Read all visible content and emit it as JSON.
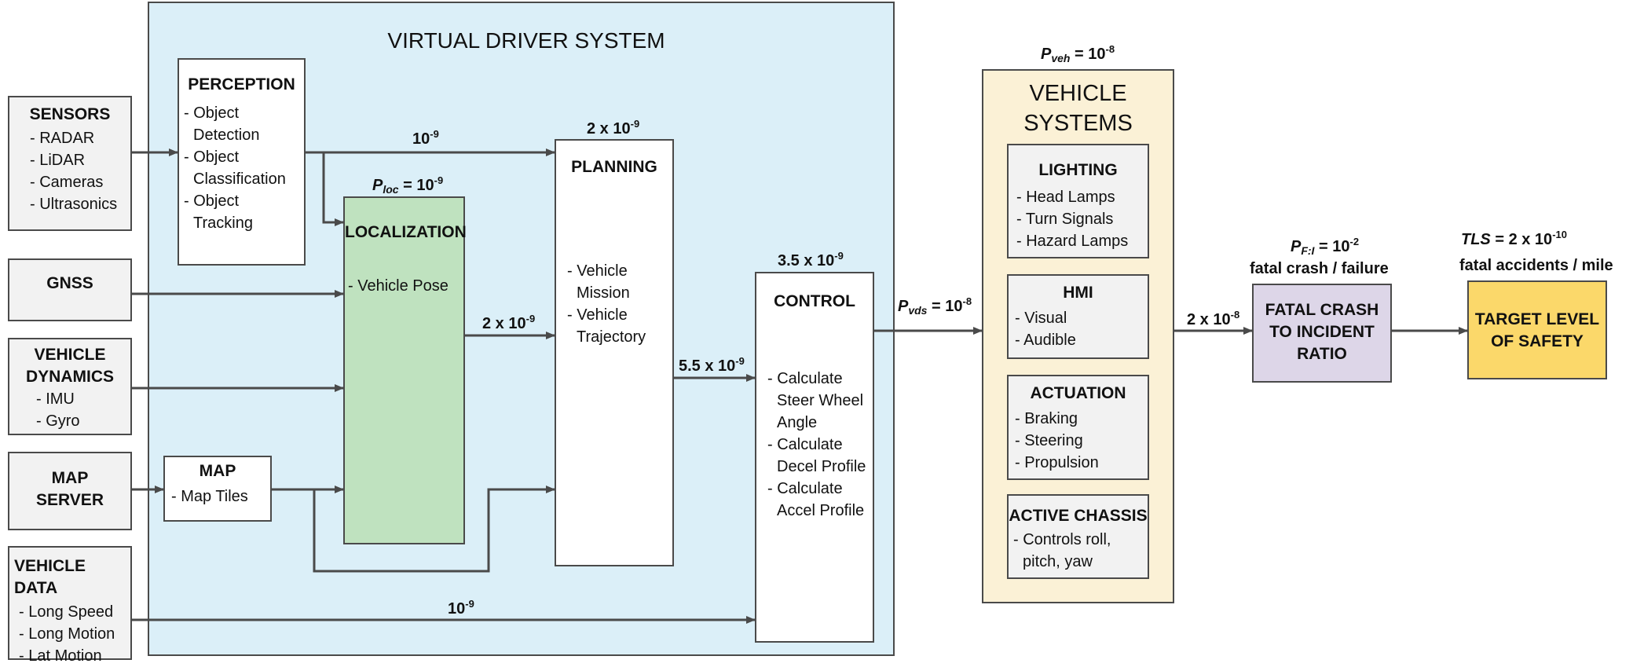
{
  "vds": {
    "title": "VIRTUAL DRIVER SYSTEM",
    "perception": {
      "title": "PERCEPTION",
      "items": [
        "- Object",
        "Detection",
        "- Object",
        "Classification",
        "- Object",
        "Tracking"
      ]
    },
    "localization": {
      "title": "LOCALIZATION",
      "items": [
        "- Vehicle Pose"
      ],
      "p_sym": "P",
      "p_sub": "loc",
      "p_eq": " = 10",
      "p_exp": "-9"
    },
    "planning": {
      "title": "PLANNING",
      "items": [
        "- Vehicle",
        "Mission",
        "- Vehicle",
        "Trajectory"
      ],
      "rate_base": "2 x 10",
      "rate_exp": "-9"
    },
    "control": {
      "title": "CONTROL",
      "items": [
        "- Calculate",
        "Steer Wheel",
        "Angle",
        "- Calculate",
        "Decel Profile",
        "- Calculate",
        "Accel Profile"
      ],
      "rate_base": "3.5 x 10",
      "rate_exp": "-9"
    },
    "map": {
      "title": "MAP",
      "items": [
        "- Map Tiles"
      ]
    }
  },
  "inputs": {
    "sensors": {
      "title": "SENSORS",
      "items": [
        "- RADAR",
        "- LiDAR",
        "- Cameras",
        "- Ultrasonics"
      ]
    },
    "gnss": {
      "title": "GNSS"
    },
    "vehicle_dynamics": {
      "title_lines": [
        "VEHICLE",
        "DYNAMICS"
      ],
      "items": [
        "- IMU",
        "- Gyro"
      ]
    },
    "map_server": {
      "title_lines": [
        "MAP",
        "SERVER"
      ]
    },
    "vehicle_data": {
      "title": "VEHICLE DATA",
      "items": [
        "- Long Speed",
        "- Long Motion",
        "- Lat Motion"
      ]
    }
  },
  "labels": {
    "perception_to_planning": {
      "base": "10",
      "exp": "-9"
    },
    "localization_to_planning": {
      "base": "2 x 10",
      "exp": "-9"
    },
    "planning_to_control": {
      "base": "5.5 x 10",
      "exp": "-9"
    },
    "vehicle_data_to_control": {
      "base": "10",
      "exp": "-9"
    },
    "p_vds": {
      "sym": "P",
      "sub": "vds",
      "eq": " = 10",
      "exp": "-8"
    },
    "vehicle_to_fatal": {
      "base": "2 x 10",
      "exp": "-8"
    }
  },
  "vehicle_systems": {
    "title_lines": [
      "VEHICLE",
      "SYSTEMS"
    ],
    "p_veh": {
      "sym": "P",
      "sub": "veh",
      "eq": " = 10",
      "exp": "-8"
    },
    "subsystems": [
      {
        "title": "LIGHTING",
        "items": [
          "- Head Lamps",
          "- Turn Signals",
          "- Hazard Lamps"
        ]
      },
      {
        "title": "HMI",
        "items": [
          "- Visual",
          "- Audible"
        ]
      },
      {
        "title": "ACTUATION",
        "items": [
          "- Braking",
          "- Steering",
          "- Propulsion"
        ]
      },
      {
        "title": "ACTIVE CHASSIS",
        "items": [
          "- Controls roll,",
          "pitch, yaw"
        ]
      }
    ]
  },
  "fatal_crash": {
    "title_lines": [
      "FATAL CRASH",
      "TO INCIDENT",
      "RATIO"
    ],
    "p_sym": "P",
    "p_sub": "F:I",
    "p_eq": " = 10",
    "p_exp": "-2",
    "caption": "fatal crash / failure"
  },
  "target": {
    "title_lines": [
      "TARGET LEVEL",
      "OF SAFETY"
    ],
    "tls_sym": "TLS",
    "tls_eq": " = 2 x 10",
    "tls_exp": "-10",
    "caption": "fatal accidents / mile"
  },
  "colors": {
    "vds_background": "#dbeff8",
    "localization": "#bfe2bf",
    "vehicle_systems": "#fbf1d6",
    "fatal_crash": "#ddd6e8",
    "target": "#fbd86a",
    "input_boxes": "#f2f2f2",
    "arrows": "#4a4a4a"
  }
}
